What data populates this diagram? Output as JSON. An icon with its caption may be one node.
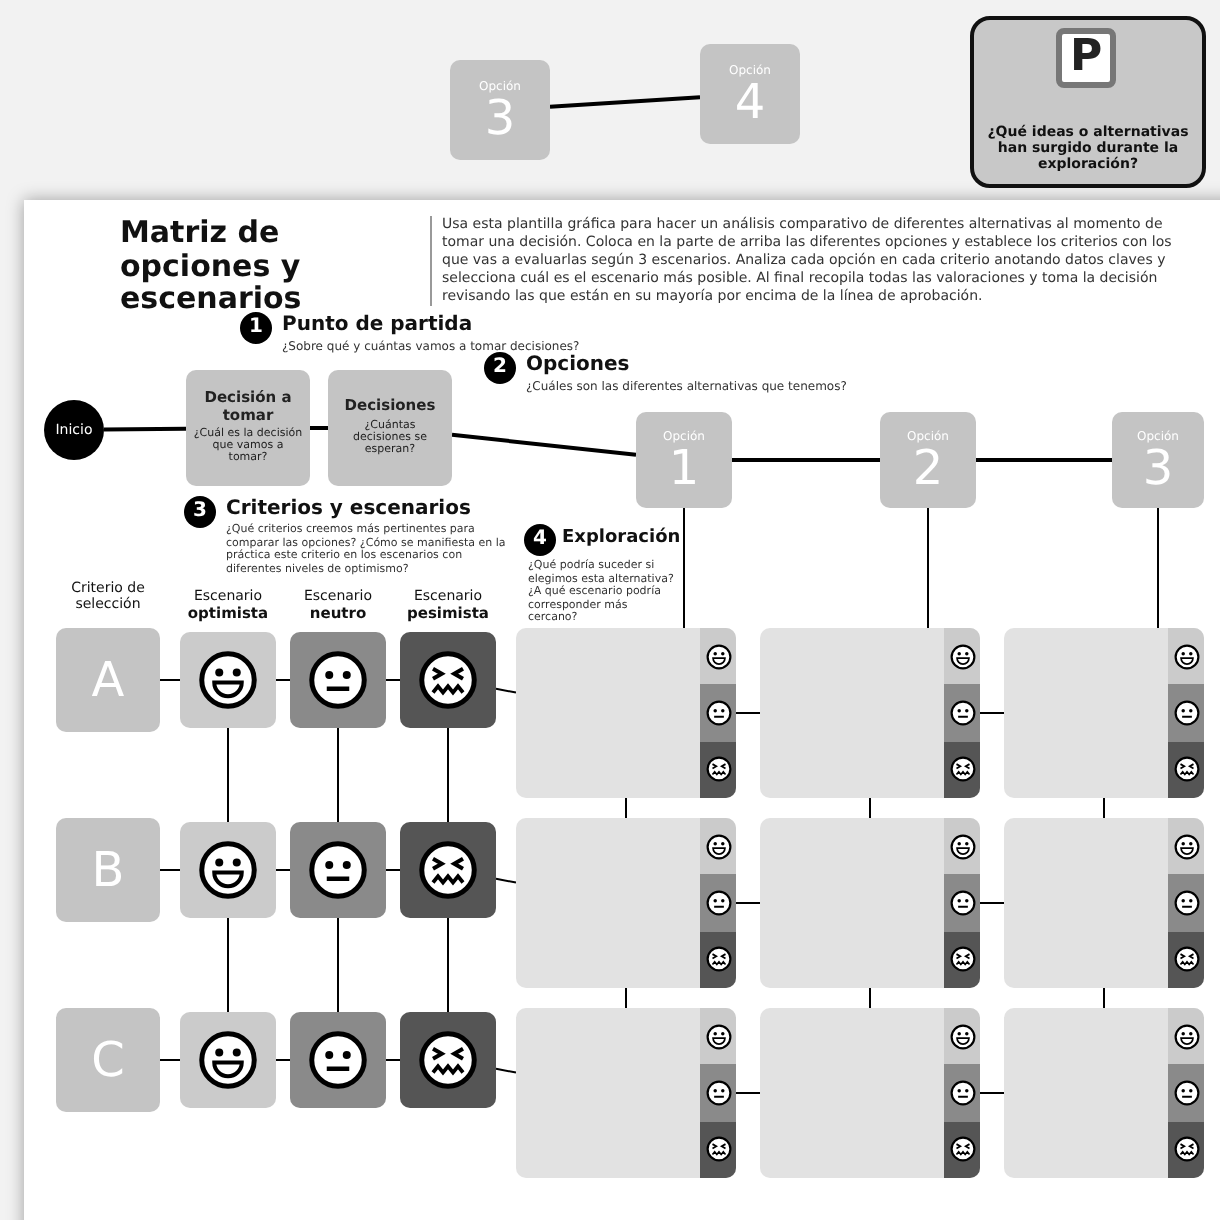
{
  "diagram": {
    "title": "Matriz de opciones y escenarios",
    "nodes": [
      {
        "text": [
          "Opción",
          "3"
        ]
      },
      {
        "text": [
          "Opción",
          "4"
        ]
      },
      {
        "text": [
          "¿Qué ideas o alternativas han surgido durante la exploración?"
        ]
      },
      {
        "text": [
          "Inicio"
        ]
      },
      {
        "text": [
          "Decisión a tomar",
          "¿Cuál es la decisión que vamos a tomar?"
        ]
      },
      {
        "text": [
          "Decisiones",
          "¿Cuántas decisiones se esperan?"
        ]
      },
      {
        "text": [
          "Opción",
          "1"
        ]
      },
      {
        "text": [
          "Opción",
          "2"
        ]
      },
      {
        "text": [
          "Opción",
          "3"
        ]
      },
      {
        "text": [
          "A"
        ]
      },
      {
        "text": [],
        "shape": "box"
      },
      {
        "text": [],
        "shape": "box"
      },
      {
        "text": [],
        "shape": "box"
      },
      {
        "text": [
          "B"
        ]
      },
      {
        "text": [],
        "shape": "box"
      },
      {
        "text": [],
        "shape": "box"
      },
      {
        "text": [],
        "shape": "box"
      },
      {
        "text": [
          "C"
        ]
      },
      {
        "text": [],
        "shape": "box"
      },
      {
        "text": [],
        "shape": "box"
      },
      {
        "text": [],
        "shape": "box"
      },
      {
        "text": [],
        "shape": "box"
      },
      {
        "text": [],
        "shape": "box"
      },
      {
        "text": [],
        "shape": "box"
      },
      {
        "text": [],
        "shape": "box"
      },
      {
        "text": [],
        "shape": "box"
      },
      {
        "text": [],
        "shape": "box"
      },
      {
        "text": [],
        "shape": "box"
      },
      {
        "text": [],
        "shape": "box"
      },
      {
        "text": [],
        "shape": "box"
      }
    ],
    "edges": [
      {
        "from": 0,
        "to": 1,
        "arrow": "none"
      },
      {
        "from": 3,
        "to": 4,
        "arrow": "none"
      },
      {
        "from": 4,
        "to": 5,
        "arrow": "none"
      },
      {
        "from": 5,
        "to": 6,
        "arrow": "none"
      },
      {
        "from": 6,
        "to": 7,
        "arrow": "none"
      },
      {
        "from": 7,
        "to": 8,
        "arrow": "none"
      },
      {
        "from": 9,
        "to": 10,
        "arrow": "none"
      },
      {
        "from": 10,
        "to": 11,
        "arrow": "none"
      },
      {
        "from": 11,
        "to": 12,
        "arrow": "none"
      },
      {
        "from": 12,
        "to": 21,
        "arrow": "none"
      },
      {
        "from": 13,
        "to": 14,
        "arrow": "none"
      },
      {
        "from": 14,
        "to": 15,
        "arrow": "none"
      },
      {
        "from": 15,
        "to": 16,
        "arrow": "none"
      },
      {
        "from": 16,
        "to": 24,
        "arrow": "none"
      },
      {
        "from": 17,
        "to": 18,
        "arrow": "none"
      },
      {
        "from": 18,
        "to": 19,
        "arrow": "none"
      },
      {
        "from": 19,
        "to": 20,
        "arrow": "none"
      },
      {
        "from": 20,
        "to": 27,
        "arrow": "none"
      },
      {
        "from": 10,
        "to": 14,
        "arrow": "none"
      },
      {
        "from": 14,
        "to": 18,
        "arrow": "none"
      },
      {
        "from": 11,
        "to": 15,
        "arrow": "none"
      },
      {
        "from": 15,
        "to": 19,
        "arrow": "none"
      },
      {
        "from": 12,
        "to": 16,
        "arrow": "none"
      },
      {
        "from": 16,
        "to": 20,
        "arrow": "none"
      },
      {
        "from": 6,
        "to": 21,
        "arrow": "none"
      },
      {
        "from": 7,
        "to": 22,
        "arrow": "none"
      },
      {
        "from": 8,
        "to": 23,
        "arrow": "none"
      },
      {
        "from": 21,
        "to": 24,
        "arrow": "none"
      },
      {
        "from": 24,
        "to": 27,
        "arrow": "none"
      },
      {
        "from": 22,
        "to": 25,
        "arrow": "none"
      },
      {
        "from": 25,
        "to": 28,
        "arrow": "none"
      },
      {
        "from": 23,
        "to": 26,
        "arrow": "none"
      },
      {
        "from": 26,
        "to": 29,
        "arrow": "none"
      },
      {
        "from": 21,
        "to": 22,
        "arrow": "none"
      },
      {
        "from": 22,
        "to": 23,
        "arrow": "none"
      },
      {
        "from": 24,
        "to": 25,
        "arrow": "none"
      },
      {
        "from": 25,
        "to": 26,
        "arrow": "none"
      },
      {
        "from": 27,
        "to": 28,
        "arrow": "none"
      },
      {
        "from": 28,
        "to": 29,
        "arrow": "none"
      }
    ],
    "labels": [
      "P",
      "Usa esta plantilla gráfica para hacer un análisis comparativo de diferentes alternativas al momento de tomar una decisión. Coloca en la parte de arriba las diferentes opciones y establece los criterios con los que vas a evaluarlas según 3 escenarios. Analiza cada opción en cada criterio anotando datos claves y selecciona cuál es el escenario más posible. Al final recopila todas las valoraciones y toma la decisión revisando las que están en su mayoría por encima de la línea de aprobación.",
      "1",
      "Punto de partida",
      "¿Sobre qué y cuántas vamos a tomar decisiones?",
      "2",
      "Opciones",
      "¿Cuáles son las diferentes alternativas que tenemos?",
      "3",
      "Criterios y escenarios",
      "¿Qué criterios creemos más pertinentes para comparar las opciones? ¿Cómo se manifiesta en la práctica este criterio en los escenarios con diferentes niveles de optimismo?",
      "Criterio de selección",
      "Escenario **optimista**",
      "Escenario **neutro**",
      "Escenario **pesimista**",
      "4",
      "Exploración",
      "¿Qué podría suceder si elegimos esta alternativa? ¿A qué escenario podría corresponder más cercano?"
    ]
  }
}
